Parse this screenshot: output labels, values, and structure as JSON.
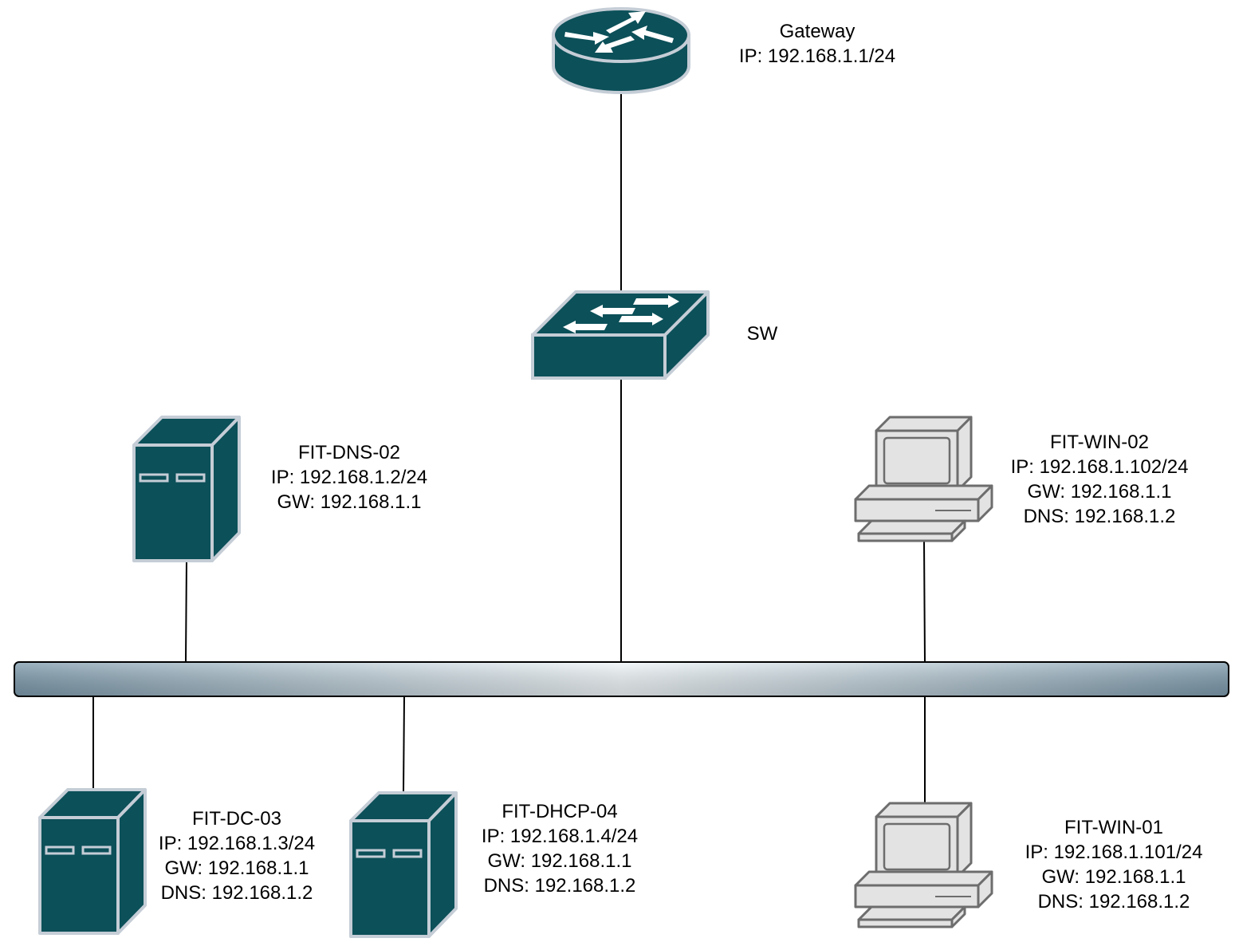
{
  "nodes": {
    "gateway": {
      "name": "Gateway",
      "lines": [
        "IP: 192.168.1.1/24"
      ],
      "icon": "router-icon"
    },
    "switch": {
      "name": "SW",
      "lines": [],
      "icon": "switch-icon"
    },
    "dns": {
      "name": "FIT-DNS-02",
      "lines": [
        "IP: 192.168.1.2/24",
        "GW: 192.168.1.1"
      ],
      "icon": "server-icon"
    },
    "win02": {
      "name": "FIT-WIN-02",
      "lines": [
        "IP: 192.168.1.102/24",
        "GW: 192.168.1.1",
        "DNS: 192.168.1.2"
      ],
      "icon": "workstation-icon"
    },
    "dc": {
      "name": "FIT-DC-03",
      "lines": [
        "IP: 192.168.1.3/24",
        "GW: 192.168.1.1",
        "DNS: 192.168.1.2"
      ],
      "icon": "server-icon"
    },
    "dhcp": {
      "name": "FIT-DHCP-04",
      "lines": [
        "IP: 192.168.1.4/24",
        "GW: 192.168.1.1",
        "DNS: 192.168.1.2"
      ],
      "icon": "server-icon"
    },
    "win01": {
      "name": "FIT-WIN-01",
      "lines": [
        "IP: 192.168.1.101/24",
        "GW: 192.168.1.1",
        "DNS: 192.168.1.2"
      ],
      "icon": "workstation-icon"
    }
  },
  "colors": {
    "device_fill": "#0c5059",
    "device_stroke": "#c5cdd6",
    "bus_dark": "#7b98aa",
    "bus_light": "#eef4f7",
    "pc_fill": "#e3e3e3",
    "pc_stroke": "#6d6d6d",
    "link": "#000000"
  }
}
